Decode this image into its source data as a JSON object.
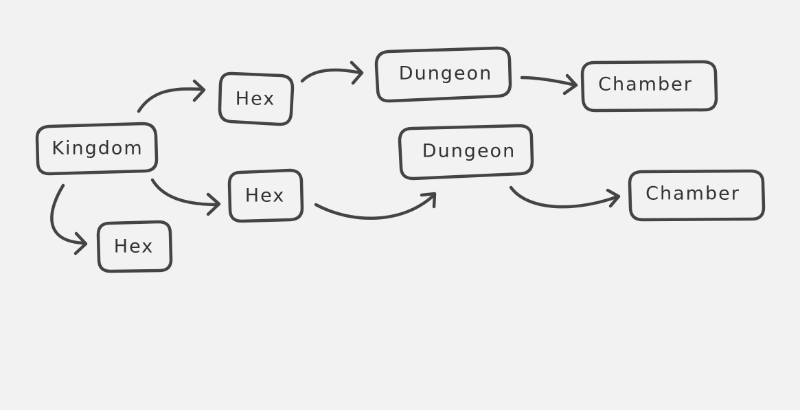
{
  "diagram": {
    "colors": {
      "background": "#f2f2f2",
      "stroke": "#444444",
      "text": "#333333"
    },
    "nodes": [
      {
        "id": "kingdom",
        "label": "Kingdom"
      },
      {
        "id": "hex_top",
        "label": "Hex"
      },
      {
        "id": "hex_mid",
        "label": "Hex"
      },
      {
        "id": "hex_bottom",
        "label": "Hex"
      },
      {
        "id": "dungeon_top",
        "label": "Dungeon"
      },
      {
        "id": "dungeon_mid",
        "label": "Dungeon"
      },
      {
        "id": "chamber_top",
        "label": "Chamber"
      },
      {
        "id": "chamber_mid",
        "label": "Chamber"
      }
    ],
    "edges": [
      {
        "from": "kingdom",
        "to": "hex_top"
      },
      {
        "from": "kingdom",
        "to": "hex_mid"
      },
      {
        "from": "kingdom",
        "to": "hex_bottom"
      },
      {
        "from": "hex_top",
        "to": "dungeon_top"
      },
      {
        "from": "hex_mid",
        "to": "dungeon_mid"
      },
      {
        "from": "dungeon_top",
        "to": "chamber_top"
      },
      {
        "from": "dungeon_mid",
        "to": "chamber_mid"
      }
    ]
  }
}
